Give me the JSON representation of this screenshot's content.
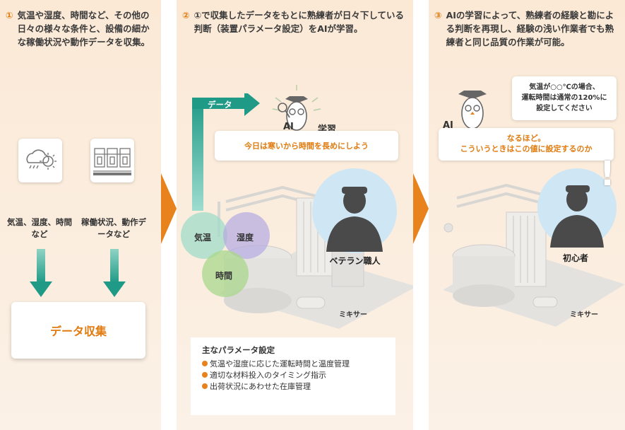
{
  "panel1": {
    "step_num": "①",
    "heading": "気温や湿度、時間など、その他の日々の様々な条件と、設備の細かな稼働状況や動作データを収集。",
    "weather_label": "気温、湿度、時間など",
    "machine_label": "稼働状況、動作データなど",
    "collect_label": "データ収集",
    "weather_icon": "weather-icon",
    "machine_icon": "factory-machine-icon"
  },
  "panel2": {
    "step_num": "②",
    "heading": "①で収集したデータをもとに熟練者が日々下している判断（装置パラメータ設定）をAIが学習。",
    "data_arrow_label": "データ",
    "ai_label": "AI",
    "learn_label": "学習",
    "bubble_text": "今日は寒いから時間を長めにしよう",
    "circle_temp": "気温",
    "circle_humidity": "湿度",
    "circle_time": "時間",
    "person_label": "ベテラン職人",
    "mixer_label": "ミキサー",
    "params_title": "主なパラメータ設定",
    "params": [
      "気温や湿度に応じた運転時間と温度管理",
      "適切な材料投入のタイミング指示",
      "出荷状況にあわせた在庫管理"
    ]
  },
  "panel3": {
    "step_num": "③",
    "heading": "AIの学習によって、熟練者の経験と勘による判断を再現し、経験の浅い作業者でも熟練者と同じ品質の作業が可能。",
    "ai_label": "AI",
    "ai_bubble_line1": "気温が○○℃の場合、",
    "ai_bubble_line2": "運転時間は通常の120%に",
    "ai_bubble_line3": "設定してください",
    "reply_line1": "なるほど。",
    "reply_line2": "こういうときはこの値に設定するのか",
    "person_label": "初心者",
    "mixer_label": "ミキサー",
    "exclaim": "!"
  },
  "colors": {
    "accent": "#e8821c",
    "teal": "#2a9d8f",
    "panel_bg": "#fbe9d6"
  }
}
